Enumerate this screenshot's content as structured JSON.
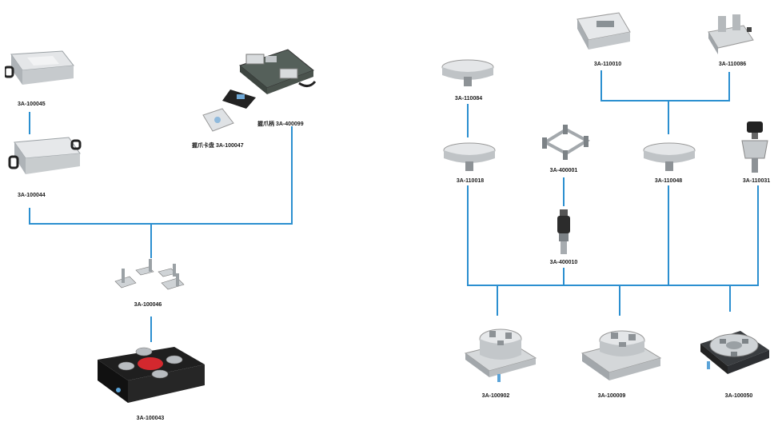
{
  "colors": {
    "connector": "#2b8fd0",
    "steel": "#c9cdd0",
    "dark": "#2a2a2a",
    "accent": "#d3282e"
  },
  "parts": {
    "p100045": {
      "label": "3A-100045",
      "icon": "pallet-plate-icon"
    },
    "p100044": {
      "label": "3A-100044",
      "icon": "pallet-plate-icon"
    },
    "p400099": {
      "label": "握爪柄 3A-400099",
      "icon": "fixture-plate-icon"
    },
    "p100047": {
      "label": "握爪卡盘 3A-100047",
      "icon": "clamp-block-icon"
    },
    "p100046": {
      "label": "3A-100046",
      "icon": "pin-set-icon"
    },
    "p100043": {
      "label": "3A-100043",
      "icon": "quad-chuck-base-icon"
    },
    "p110084": {
      "label": "3A-110084",
      "icon": "round-chuck-icon"
    },
    "p110010": {
      "label": "3A-110010",
      "icon": "vise-icon"
    },
    "p110086": {
      "label": "3A-110086",
      "icon": "vise-icon"
    },
    "p110018": {
      "label": "3A-110018",
      "icon": "round-chuck-icon"
    },
    "p400001": {
      "label": "3A-400001",
      "icon": "frame-adapter-icon"
    },
    "p110048": {
      "label": "3A-110048",
      "icon": "round-chuck-icon"
    },
    "p110031": {
      "label": "3A-110031",
      "icon": "knob-chuck-icon"
    },
    "p400010": {
      "label": "3A-400010",
      "icon": "spindle-pin-icon"
    },
    "p100902": {
      "label": "3A-100902",
      "icon": "base-chuck-icon"
    },
    "p100009": {
      "label": "3A-100009",
      "icon": "base-chuck-icon"
    },
    "p100050": {
      "label": "3A-100050",
      "icon": "base-chuck-icon"
    }
  }
}
